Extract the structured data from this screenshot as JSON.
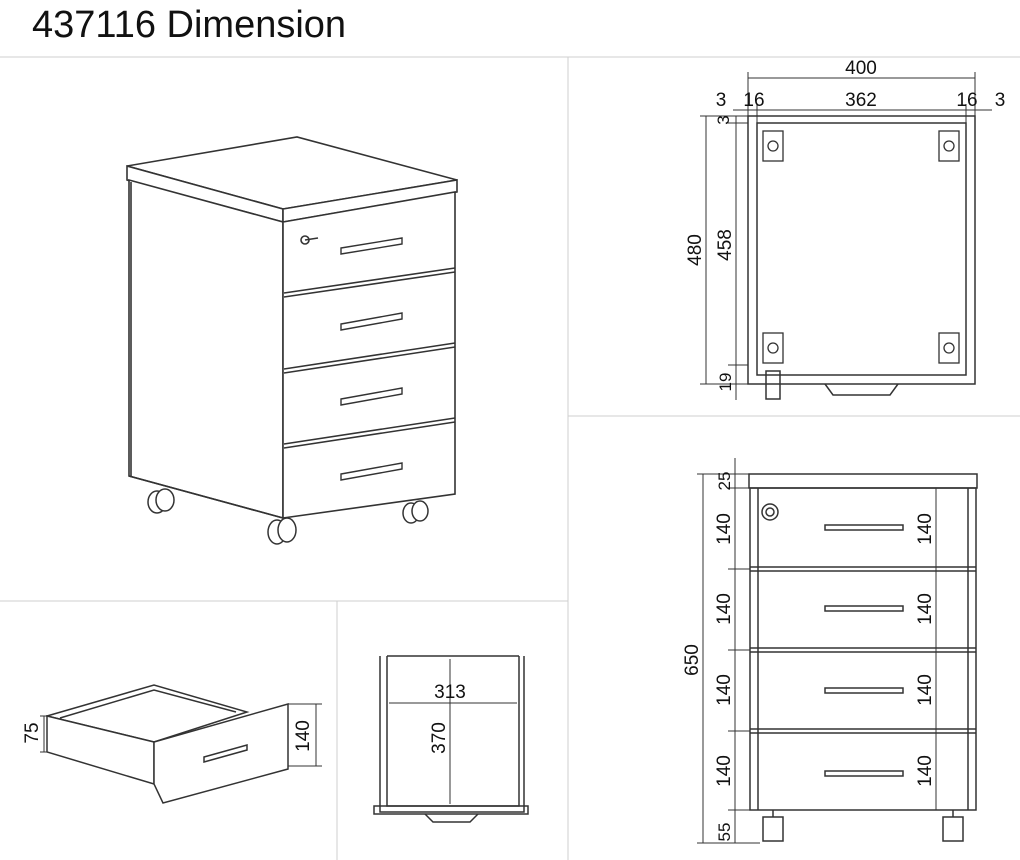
{
  "title": "437116 Dimension",
  "top_view": {
    "overall_width": "400",
    "edge_left": "3",
    "side_left": "16",
    "inner_width": "362",
    "side_right": "16",
    "edge_right": "3",
    "top_edge": "3",
    "overall_depth": "480",
    "inner_depth": "458",
    "back_depth": "19"
  },
  "front_view": {
    "top_thickness": "25",
    "drawer_heights_left": [
      "140",
      "140",
      "140",
      "140"
    ],
    "drawer_heights_right": [
      "140",
      "140",
      "140",
      "140"
    ],
    "overall_height": "650",
    "base_height": "55"
  },
  "drawer_view": {
    "inner_height": "75",
    "front_height": "140"
  },
  "drawer_top_view": {
    "inner_width": "313",
    "inner_depth": "370"
  }
}
